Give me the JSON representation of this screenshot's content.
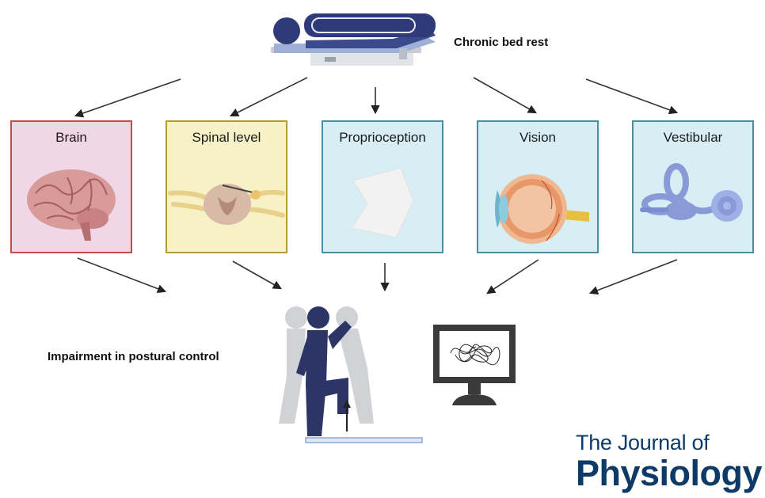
{
  "top_label": "Chronic bed rest",
  "bottom_label": "Impairment in postural control",
  "boxes": [
    {
      "label": "Brain",
      "bg": "#f1d6e6",
      "border": "#c94a4a",
      "icon": "brain-icon"
    },
    {
      "label": "Spinal level",
      "bg": "#f6f1c6",
      "border": "#b59a3a",
      "icon": "spinal-cord-icon"
    },
    {
      "label": "Proprioception",
      "bg": "#d8eef5",
      "border": "#4a8ea0",
      "icon": "proprioception-icon"
    },
    {
      "label": "Vision",
      "bg": "#d8eef5",
      "border": "#4a8ea0",
      "icon": "eye-icon"
    },
    {
      "label": "Vestibular",
      "bg": "#d8eef5",
      "border": "#4a8ea0",
      "icon": "inner-ear-icon"
    }
  ],
  "journal": {
    "line1": "The Journal of",
    "line2": "Physiology",
    "color": "#0d3a66"
  },
  "colors": {
    "figure": "#2c3566",
    "arrow": "#222222"
  }
}
